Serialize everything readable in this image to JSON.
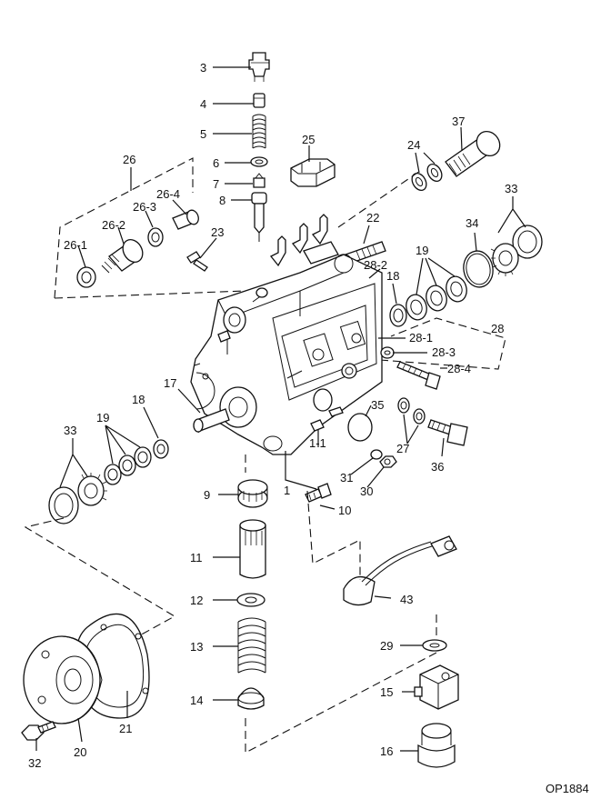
{
  "diagram": {
    "drawing_code": "OP1884",
    "labels": [
      {
        "id": "3",
        "text": "3"
      },
      {
        "id": "4",
        "text": "4"
      },
      {
        "id": "5",
        "text": "5"
      },
      {
        "id": "6",
        "text": "6"
      },
      {
        "id": "7",
        "text": "7"
      },
      {
        "id": "8",
        "text": "8"
      },
      {
        "id": "25",
        "text": "25"
      },
      {
        "id": "24",
        "text": "24"
      },
      {
        "id": "37",
        "text": "37"
      },
      {
        "id": "26",
        "text": "26"
      },
      {
        "id": "26-4",
        "text": "26-4"
      },
      {
        "id": "26-3",
        "text": "26-3"
      },
      {
        "id": "26-2",
        "text": "26-2"
      },
      {
        "id": "26-1",
        "text": "26-1"
      },
      {
        "id": "23",
        "text": "23"
      },
      {
        "id": "22",
        "text": "22"
      },
      {
        "id": "33a",
        "text": "33"
      },
      {
        "id": "34",
        "text": "34"
      },
      {
        "id": "19a",
        "text": "19"
      },
      {
        "id": "28-2",
        "text": "28-2"
      },
      {
        "id": "18a",
        "text": "18"
      },
      {
        "id": "28",
        "text": "28"
      },
      {
        "id": "28-1",
        "text": "28-1"
      },
      {
        "id": "28-3",
        "text": "28-3"
      },
      {
        "id": "28-4",
        "text": "28-4"
      },
      {
        "id": "17",
        "text": "17"
      },
      {
        "id": "18b",
        "text": "18"
      },
      {
        "id": "19b",
        "text": "19"
      },
      {
        "id": "33b",
        "text": "33"
      },
      {
        "id": "35",
        "text": "35"
      },
      {
        "id": "27",
        "text": "27"
      },
      {
        "id": "1-1",
        "text": "1-1"
      },
      {
        "id": "36",
        "text": "36"
      },
      {
        "id": "31",
        "text": "31"
      },
      {
        "id": "30",
        "text": "30"
      },
      {
        "id": "9",
        "text": "9"
      },
      {
        "id": "1",
        "text": "1"
      },
      {
        "id": "10",
        "text": "10"
      },
      {
        "id": "11",
        "text": "11"
      },
      {
        "id": "12",
        "text": "12"
      },
      {
        "id": "43",
        "text": "43"
      },
      {
        "id": "13",
        "text": "13"
      },
      {
        "id": "29",
        "text": "29"
      },
      {
        "id": "14",
        "text": "14"
      },
      {
        "id": "15",
        "text": "15"
      },
      {
        "id": "21",
        "text": "21"
      },
      {
        "id": "32",
        "text": "32"
      },
      {
        "id": "20",
        "text": "20"
      },
      {
        "id": "16",
        "text": "16"
      }
    ]
  }
}
